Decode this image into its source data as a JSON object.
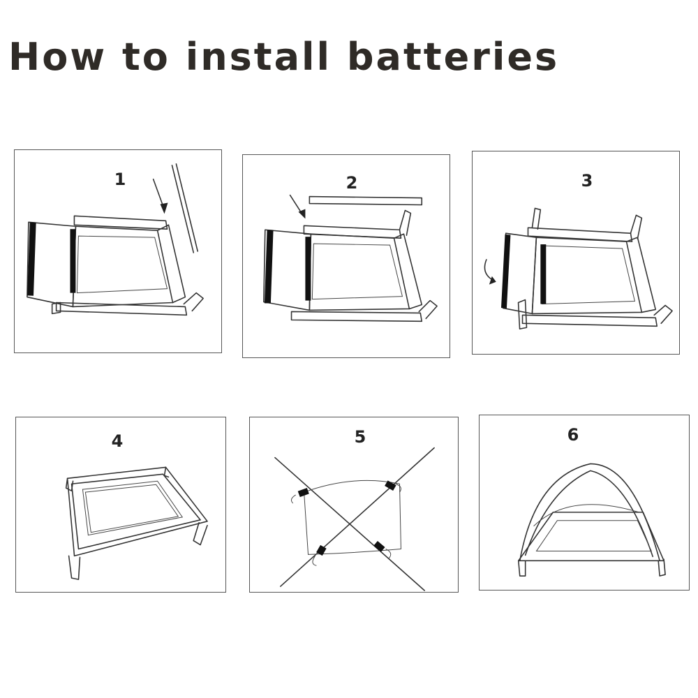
{
  "title": "How to install batteries",
  "steps": [
    {
      "number": "1"
    },
    {
      "number": "2"
    },
    {
      "number": "3"
    },
    {
      "number": "4"
    },
    {
      "number": "5"
    },
    {
      "number": "6"
    }
  ]
}
